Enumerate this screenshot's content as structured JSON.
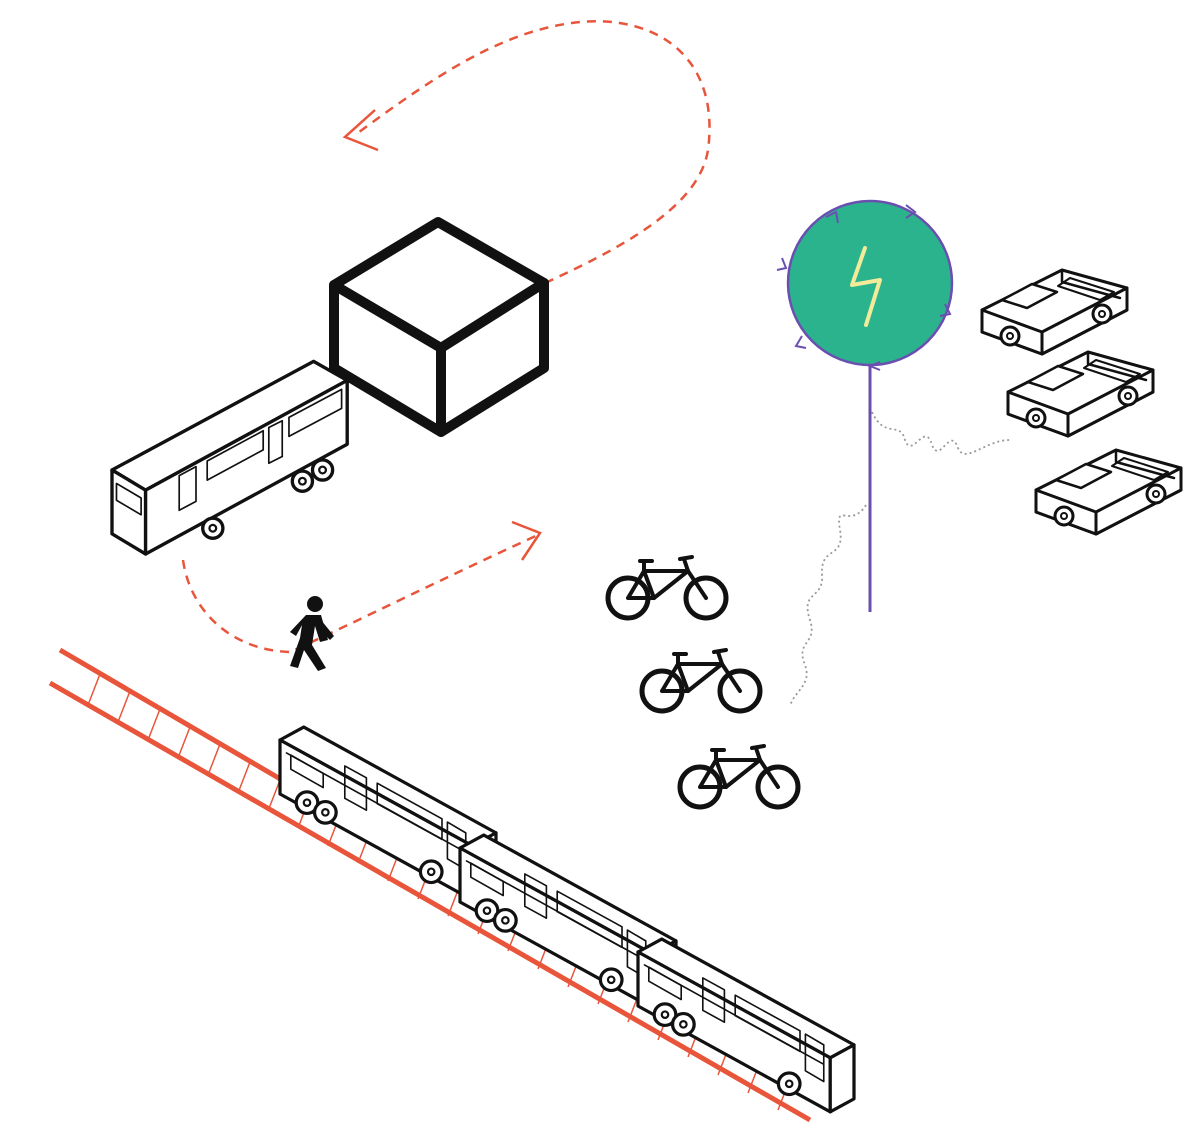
{
  "diagram": {
    "labels": [],
    "colors": {
      "line": "#111111",
      "accent_route": "#e8553b",
      "charger_fill": "#2bb38e",
      "charger_stroke": "#6a4fb0",
      "bolt": "#f2ec9a",
      "cable": "#9a9a9a",
      "background": "#ffffff"
    },
    "elements": [
      {
        "name": "box",
        "icon": "cube-icon"
      },
      {
        "name": "bus",
        "icon": "bus-icon"
      },
      {
        "name": "pedestrian",
        "icon": "walking-person-icon"
      },
      {
        "name": "bicycles",
        "icon": "bicycle-icon",
        "count": 3
      },
      {
        "name": "charging-station",
        "icon": "lightning-bolt-icon"
      },
      {
        "name": "pickup-trucks",
        "icon": "pickup-truck-icon",
        "count": 3
      },
      {
        "name": "bus-convoy",
        "icon": "bus-icon",
        "count": 3
      },
      {
        "name": "bus-lane",
        "icon": "rail-track-icon"
      }
    ]
  }
}
